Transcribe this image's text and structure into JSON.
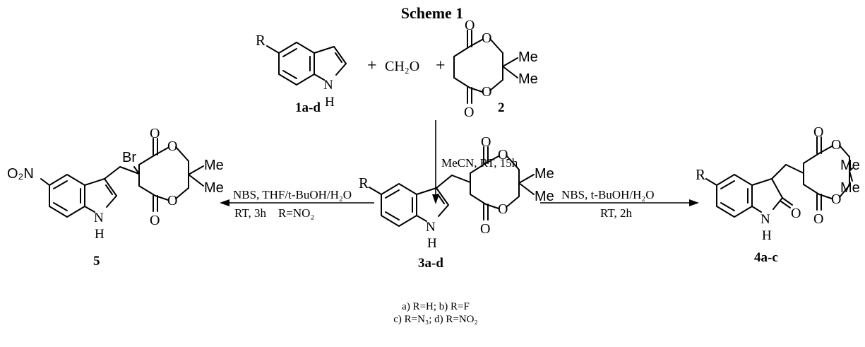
{
  "title": "Scheme 1",
  "compounds": {
    "indole": {
      "label": "1a-d",
      "r": "R",
      "nh_h": "H"
    },
    "formaldehyde": "CH₂O",
    "meldrum": {
      "label": "2",
      "me1": "Me",
      "me2": "Me"
    },
    "intermediate": {
      "label": "3a-d",
      "r": "R",
      "nh_n": "N",
      "nh_h": "H",
      "me1": "Me",
      "me2": "Me"
    },
    "bromo": {
      "label": "5",
      "substituent": "O₂N",
      "br": "Br",
      "nh_n": "N",
      "nh_h": "H",
      "me1": "Me",
      "me2": "Me"
    },
    "oxindole": {
      "label": "4a-c",
      "r": "R",
      "nh_n": "N",
      "nh_h": "H",
      "me1": "Me",
      "me2": "Me"
    }
  },
  "plus": "+",
  "atom_o": "O",
  "reactions": {
    "step1": "MeCN, RT, 15h",
    "left_top": "NBS, THF/t-BuOH/H₂O",
    "left_bottom": "RT, 3h    R=NO₂",
    "right_top": "NBS, t-BuOH/H₂O",
    "right_bottom": "RT, 2h"
  },
  "substituents": {
    "line1": "a) R=H;  b) R=F",
    "line2": "c) R=N₃;  d) R=NO₂"
  }
}
